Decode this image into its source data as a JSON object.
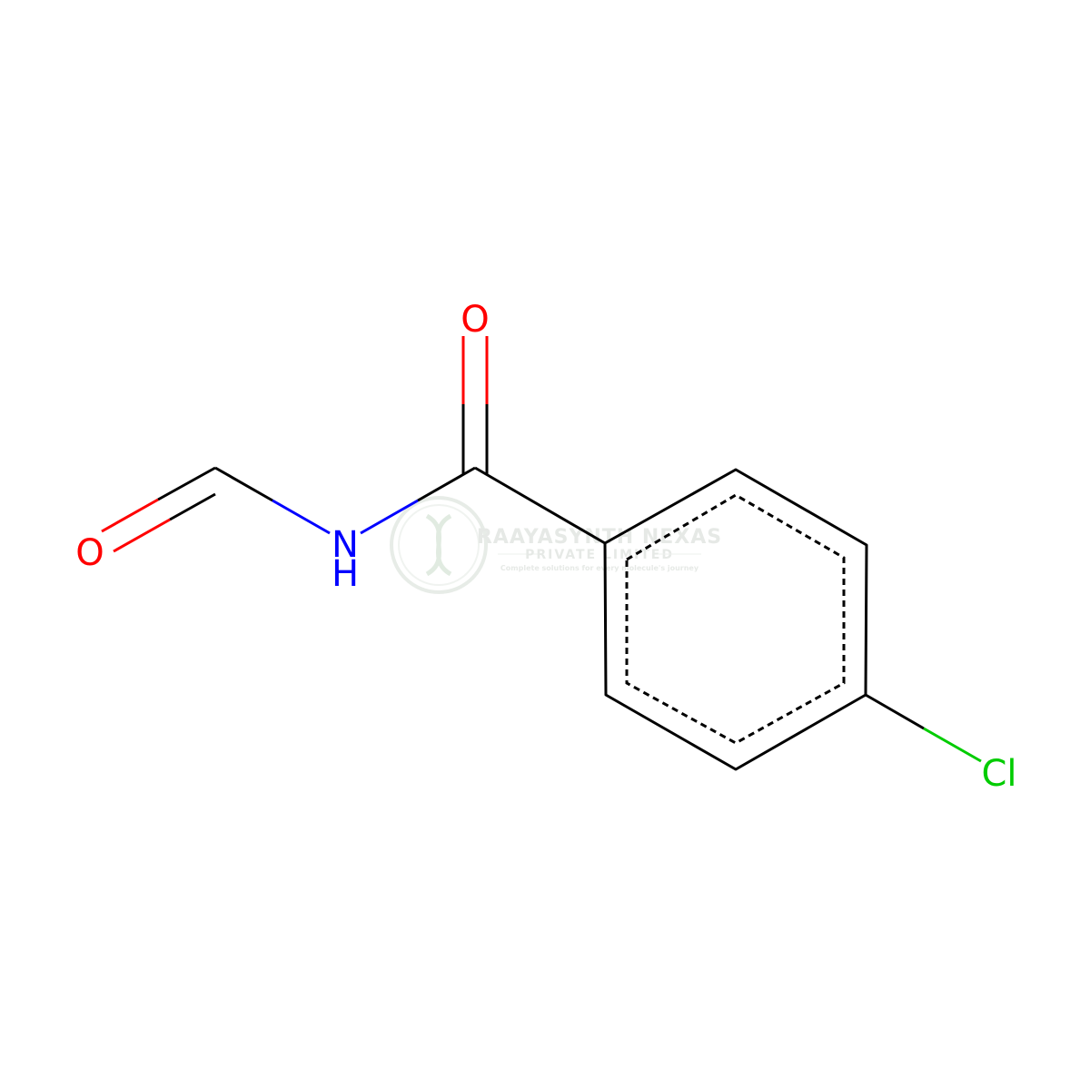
{
  "molecule": {
    "atoms": {
      "o_formyl": "O",
      "n": "N",
      "h": "H",
      "o_carbonyl": "O",
      "cl": "Cl"
    }
  },
  "colors": {
    "bond": "#000000",
    "oxygen": "#ff0000",
    "nitrogen": "#0000ff",
    "chlorine": "#00cc00",
    "watermark": "#c8d8c8"
  },
  "watermark": {
    "title": "RAAYASYNTH NEXAS",
    "subtitle": "PRIVATE LIMITED",
    "tagline": "Complete solutions for every molecule's journey"
  }
}
